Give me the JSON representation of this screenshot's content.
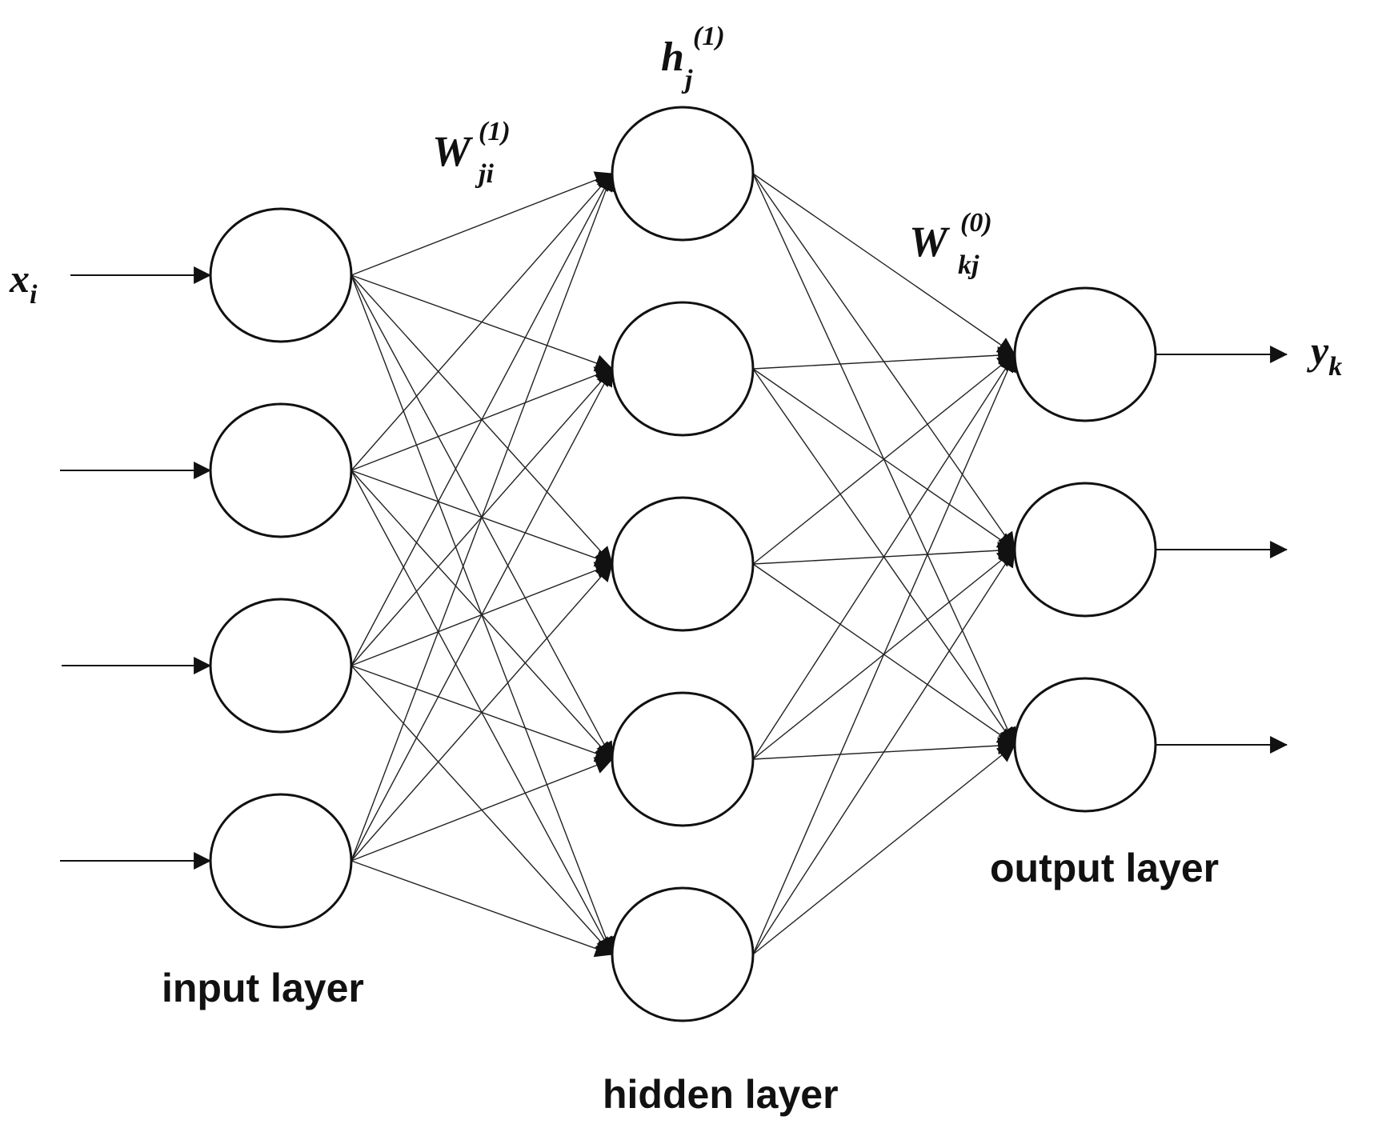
{
  "labels": {
    "input_layer": "input layer",
    "hidden_layer": "hidden layer",
    "output_layer": "output layer"
  },
  "math": {
    "x_base": "x",
    "x_sub": "i",
    "y_base": "y",
    "y_sub": "k",
    "h_base": "h",
    "h_sub": "j",
    "h_sup": "(1)",
    "w1_base": "W",
    "w1_sub": "ji",
    "w1_sup": "(1)",
    "w0_base": "W",
    "w0_sub": "kj",
    "w0_sup": "(0)"
  },
  "network": {
    "layers": [
      {
        "name": "input",
        "nodes": 4
      },
      {
        "name": "hidden",
        "nodes": 5
      },
      {
        "name": "output",
        "nodes": 3
      }
    ],
    "connectivity": "fully-connected",
    "input_arrows": 4,
    "output_arrows": 3
  },
  "colors": {
    "stroke": "#111111",
    "background": "#ffffff"
  }
}
